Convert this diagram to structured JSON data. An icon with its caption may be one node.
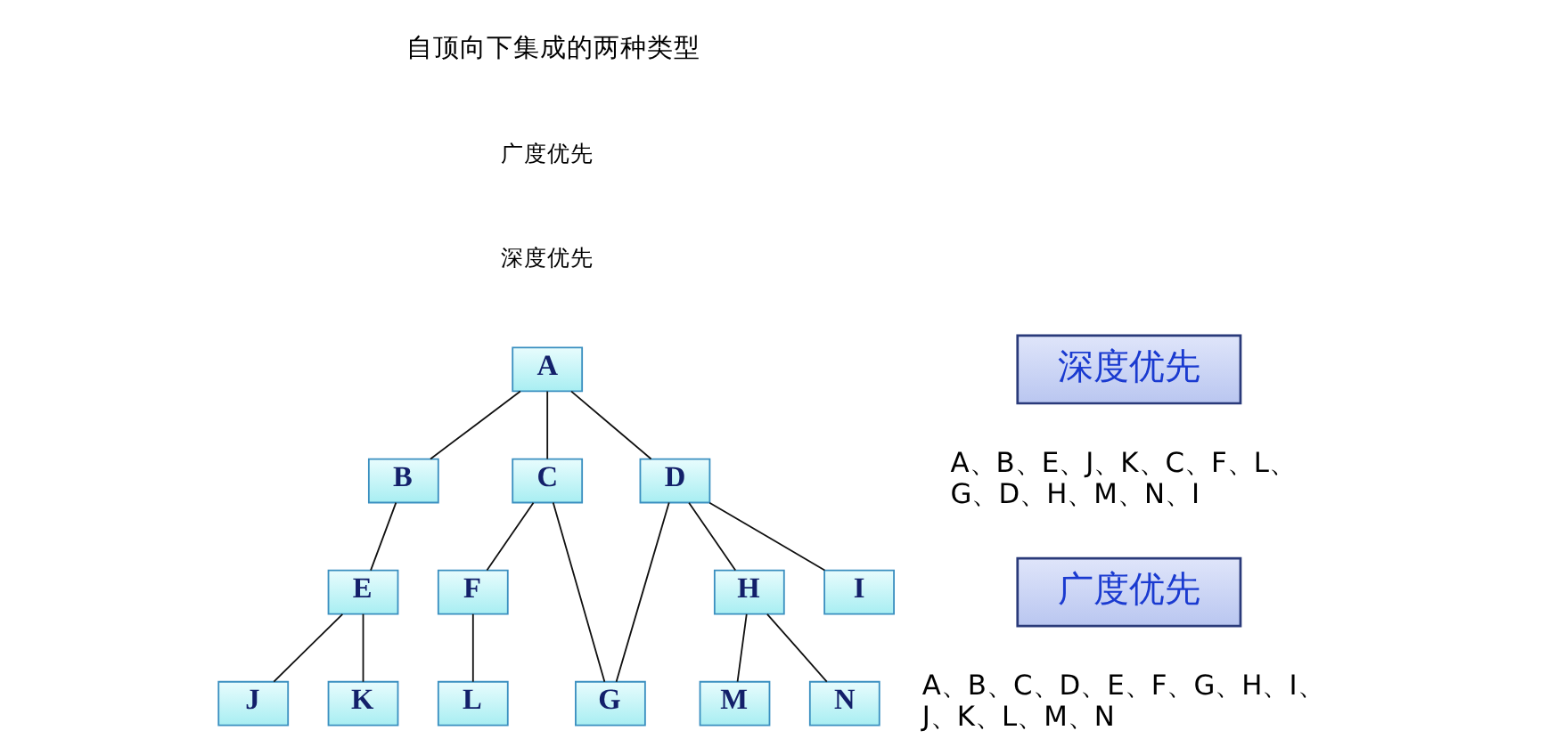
{
  "diagram": {
    "nodes": [
      {
        "text": [
          "A"
        ]
      },
      {
        "text": [
          "B"
        ]
      },
      {
        "text": [
          "C"
        ]
      },
      {
        "text": [
          "D"
        ]
      },
      {
        "text": [
          "E"
        ]
      },
      {
        "text": [
          "F"
        ]
      },
      {
        "text": [
          "G"
        ]
      },
      {
        "text": [
          "H"
        ]
      },
      {
        "text": [
          "I"
        ]
      },
      {
        "text": [
          "J"
        ]
      },
      {
        "text": [
          "K"
        ]
      },
      {
        "text": [
          "L"
        ]
      },
      {
        "text": [
          "M"
        ]
      },
      {
        "text": [
          "N"
        ]
      },
      {
        "text": [
          "深度优先"
        ]
      },
      {
        "text": [
          "广度优先"
        ]
      }
    ],
    "edges": [
      {
        "from": 0,
        "to": 1,
        "arrow": "none"
      },
      {
        "from": 0,
        "to": 2,
        "arrow": "none"
      },
      {
        "from": 0,
        "to": 3,
        "arrow": "none"
      },
      {
        "from": 1,
        "to": 4,
        "arrow": "none"
      },
      {
        "from": 4,
        "to": 9,
        "arrow": "none"
      },
      {
        "from": 4,
        "to": 10,
        "arrow": "none"
      },
      {
        "from": 2,
        "to": 5,
        "arrow": "none"
      },
      {
        "from": 2,
        "to": 6,
        "arrow": "none"
      },
      {
        "from": 3,
        "to": 6,
        "arrow": "none"
      },
      {
        "from": 3,
        "to": 7,
        "arrow": "none"
      },
      {
        "from": 3,
        "to": 8,
        "arrow": "none"
      },
      {
        "from": 5,
        "to": 11,
        "arrow": "none"
      },
      {
        "from": 7,
        "to": 12,
        "arrow": "none"
      },
      {
        "from": 7,
        "to": 13,
        "arrow": "none"
      }
    ],
    "labels": [
      "自顶向下集成的两种类型",
      "广度优先",
      "深度优先",
      "A、B、E、J、K、C、F、L、G、D、H、M、N、I",
      "A、B、C、D、E、F、G、H、I、J、K、L、M、N"
    ]
  }
}
